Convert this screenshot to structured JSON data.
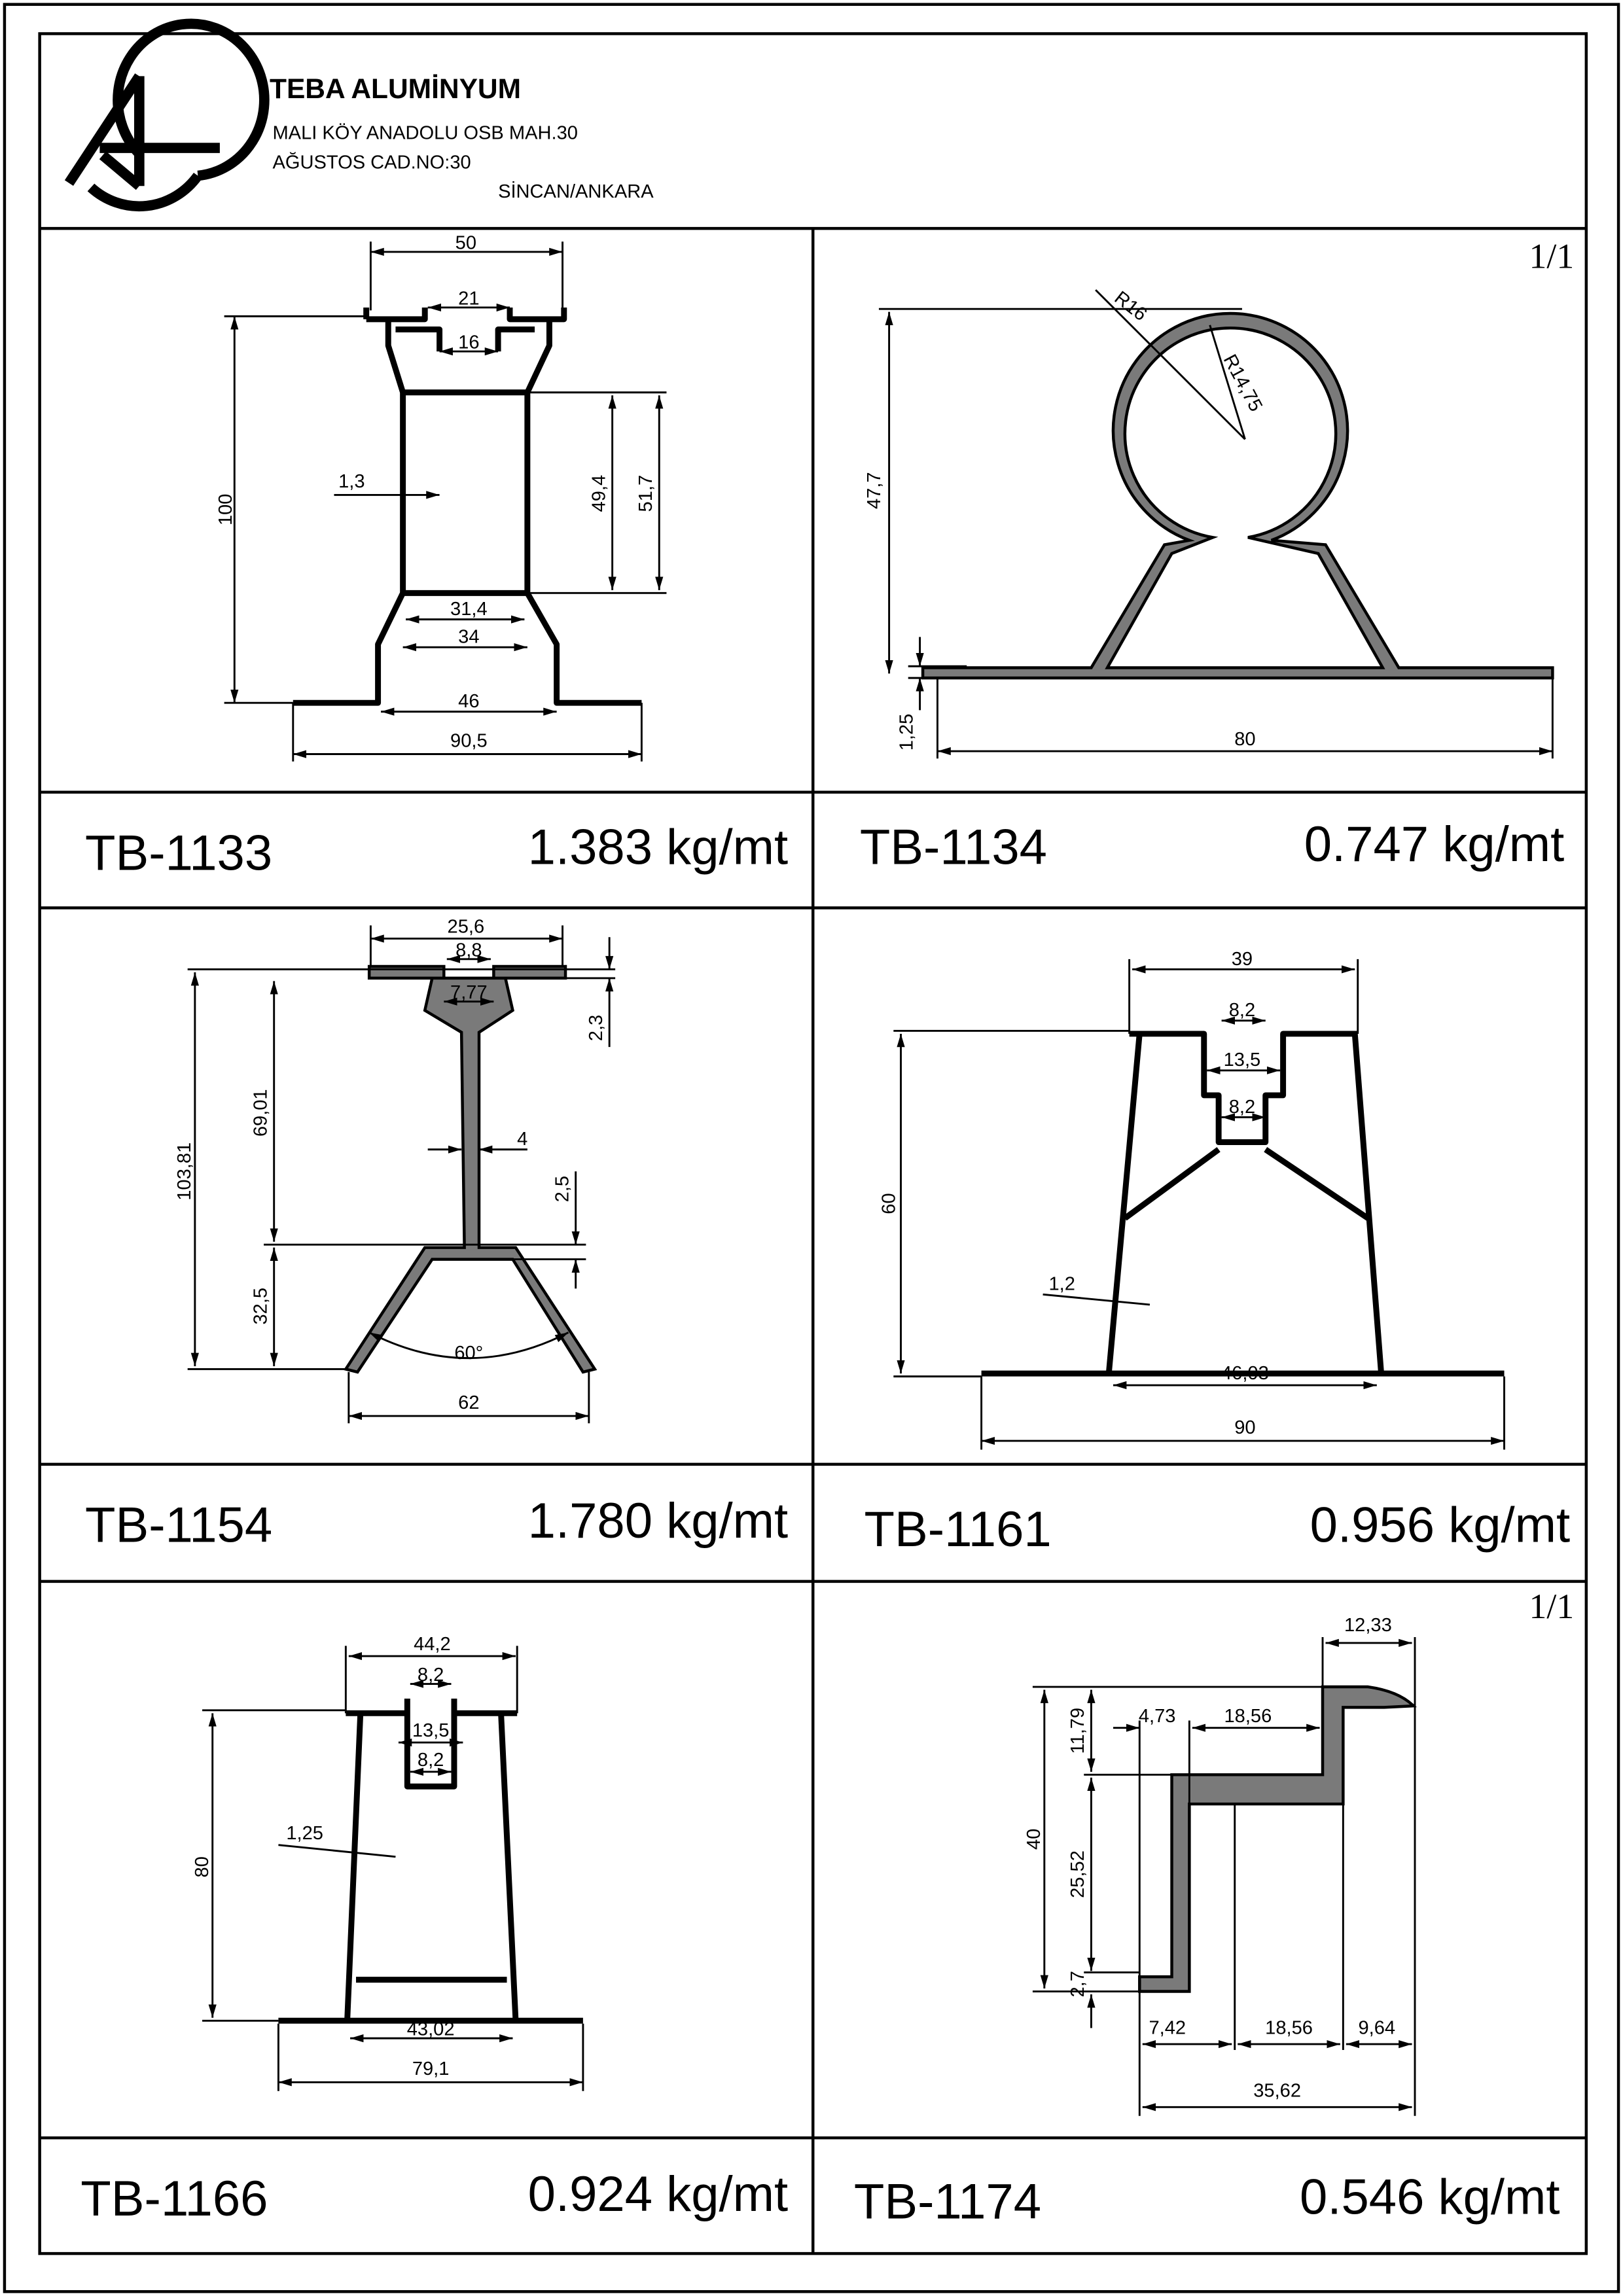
{
  "header": {
    "company": "TEBA ALUMİNYUM",
    "address_line1": "MALI KÖY ANADOLU OSB MAH.30",
    "address_line2": "AĞUSTOS CAD.NO:30",
    "address_line3": "SİNCAN/ANKARA",
    "logo_text": "TA"
  },
  "profiles": [
    {
      "code": "TB-1133",
      "weight": "1.383 kg/mt",
      "dims": [
        "50",
        "21",
        "16",
        "100",
        "1,3",
        "49,4",
        "51,7",
        "31,4",
        "34",
        "46",
        "90,5"
      ]
    },
    {
      "code": "TB-1134",
      "weight": "0.747 kg/mt",
      "scale": "1/1",
      "dims": [
        "R16",
        "R14,75",
        "47,7",
        "1,25",
        "80"
      ]
    },
    {
      "code": "TB-1154",
      "weight": "1.780 kg/mt",
      "dims": [
        "25,6",
        "8,8",
        "7,77",
        "103,81",
        "69,01",
        "32,5",
        "4",
        "2,5",
        "2,3",
        "60°",
        "62"
      ]
    },
    {
      "code": "TB-1161",
      "weight": "0.956 kg/mt",
      "dims": [
        "39",
        "8,2",
        "13,5",
        "8,2",
        "60",
        "1,2",
        "46,03",
        "90"
      ]
    },
    {
      "code": "TB-1166",
      "weight": "0.924 kg/mt",
      "dims": [
        "44,2",
        "8,2",
        "13,5",
        "8,2",
        "80",
        "1,25",
        "43,02",
        "79,1"
      ]
    },
    {
      "code": "TB-1174",
      "weight": "0.546 kg/mt",
      "scale": "1/1",
      "dims": [
        "12,33",
        "11,79",
        "4,73",
        "18,56",
        "40",
        "25,52",
        "2,7",
        "7,42",
        "18,56",
        "9,64",
        "35,62"
      ]
    }
  ]
}
